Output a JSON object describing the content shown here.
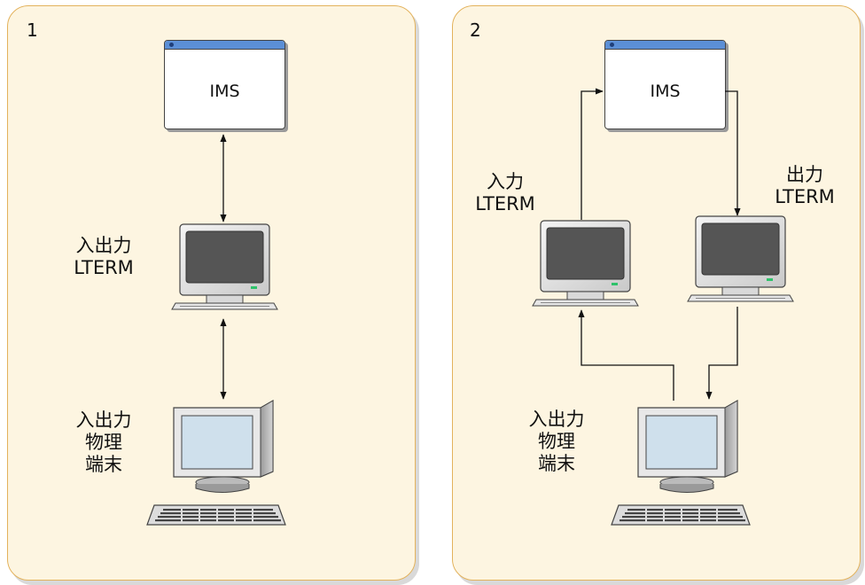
{
  "panels": [
    {
      "number": "1",
      "ims_label": "IMS",
      "io_lterm_label_line1": "入出力",
      "io_lterm_label_line2": "LTERM",
      "terminal_label_line1": "入出力",
      "terminal_label_line2": "物理",
      "terminal_label_line3": "端末"
    },
    {
      "number": "2",
      "ims_label": "IMS",
      "input_lterm_label_line1": "入力",
      "input_lterm_label_line2": "LTERM",
      "output_lterm_label_line1": "出力",
      "output_lterm_label_line2": "LTERM",
      "terminal_label_line1": "入出力",
      "terminal_label_line2": "物理",
      "terminal_label_line3": "端末"
    }
  ],
  "colors": {
    "panel_fill": "#fdf5e1",
    "panel_border": "#e3b25c",
    "window_titlebar": "#5b8fd6",
    "lterm_screen": "#555555",
    "terminal_screen": "#cfe0ec",
    "status_led": "#2ec26a"
  }
}
